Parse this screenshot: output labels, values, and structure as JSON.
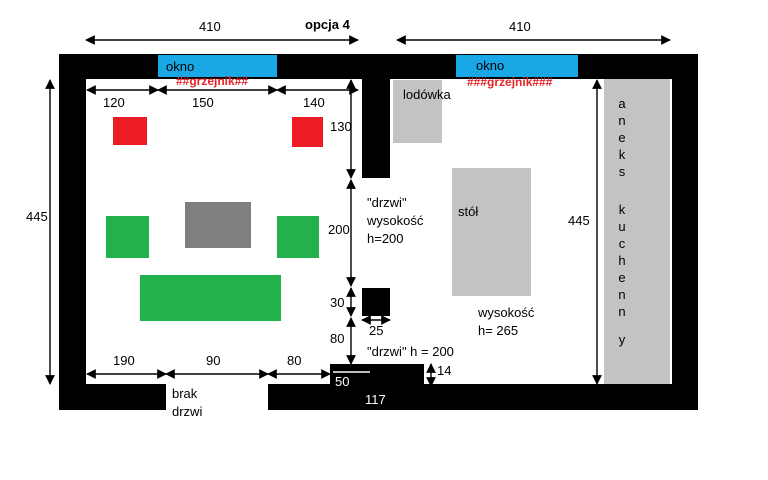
{
  "title": "opcja 4",
  "colors": {
    "wall": "#000000",
    "window": "#1aa7e6",
    "radiator": "#ed1c24",
    "furniture_green": "#22b14c",
    "table_gray": "#7f7f7f",
    "appliance_gray": "#c3c3c3",
    "radiator_label": "#e8232a"
  },
  "top_dims": {
    "left_width": "410",
    "right_width": "410"
  },
  "left_room": {
    "window": "okno",
    "radiator": "##grzejnik##",
    "height": "445",
    "top_segments": [
      "120",
      "150",
      "140"
    ],
    "bottom_segments": [
      "190",
      "90",
      "80"
    ],
    "no_door_line1": "brak",
    "no_door_line2": "drzwi"
  },
  "wall_dims": {
    "upper_wall": "130",
    "door_height": "200",
    "post_height": "30",
    "post_width": "25",
    "lower_gap": "80"
  },
  "door1": {
    "line1": "\"drzwi\"",
    "line2": "wysokość",
    "line3": "h=200"
  },
  "door2": "\"drzwi\" h = 200",
  "right_room": {
    "window": "okno",
    "radiator": "###grzejnik###",
    "fridge": "lodówka",
    "table": "stół",
    "height": "445",
    "ceiling_line1": "wysokość",
    "ceiling_line2": "h= 265",
    "kitchen": [
      "a",
      "n",
      "e",
      "k",
      "s",
      "",
      "k",
      "u",
      "c",
      "h",
      "e",
      "n",
      "n",
      "y"
    ]
  },
  "bottom_dims": {
    "step_depth": "50",
    "step_height": "14",
    "step_width": "117"
  }
}
